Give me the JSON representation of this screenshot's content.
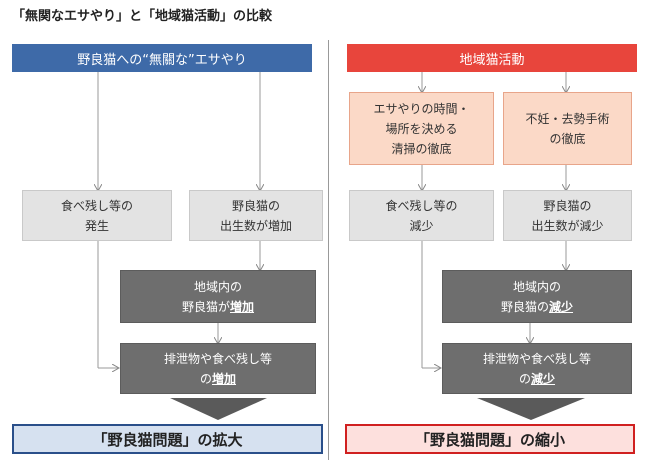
{
  "title": "「無関なエサやり」と「地域猫活動」の比較",
  "left": {
    "header": "野良猫への“無關な”エサやり",
    "box_food_left": [
      "食べ残し等の",
      "発生"
    ],
    "box_birth": [
      "野良猫の",
      "出生数が増加"
    ],
    "box_area": {
      "line1": "地域内の",
      "line2_pre": "野良猫が",
      "line2_em": "増加"
    },
    "box_waste": {
      "line1": "排泄物や食べ残し等",
      "line2_pre": "の",
      "line2_em": "増加"
    },
    "result": "「野良猫問題」の拡大"
  },
  "right": {
    "header": "地域猫活動",
    "box_feed_rules": [
      "エサやりの時間・",
      "場所を決める",
      "清掃の徹底"
    ],
    "box_sterilize": [
      "不妊・去勢手術",
      "の徹底"
    ],
    "box_food_left": [
      "食べ残し等の",
      "減少"
    ],
    "box_birth": [
      "野良猫の",
      "出生数が減少"
    ],
    "box_area": {
      "line1": "地域内の",
      "line2_pre": "野良猫の",
      "line2_em": "減少"
    },
    "box_waste": {
      "line1": "排泄物や食べ残し等",
      "line2_pre": "の",
      "line2_em": "減少"
    },
    "result": "「野良猫問題」の縮小"
  },
  "colors": {
    "header_blue": "#3e6aa8",
    "header_red": "#e8453c",
    "result_blue_border": "#2a4f8a",
    "result_red_border": "#d02020",
    "dark_box": "#6e6e6e"
  }
}
